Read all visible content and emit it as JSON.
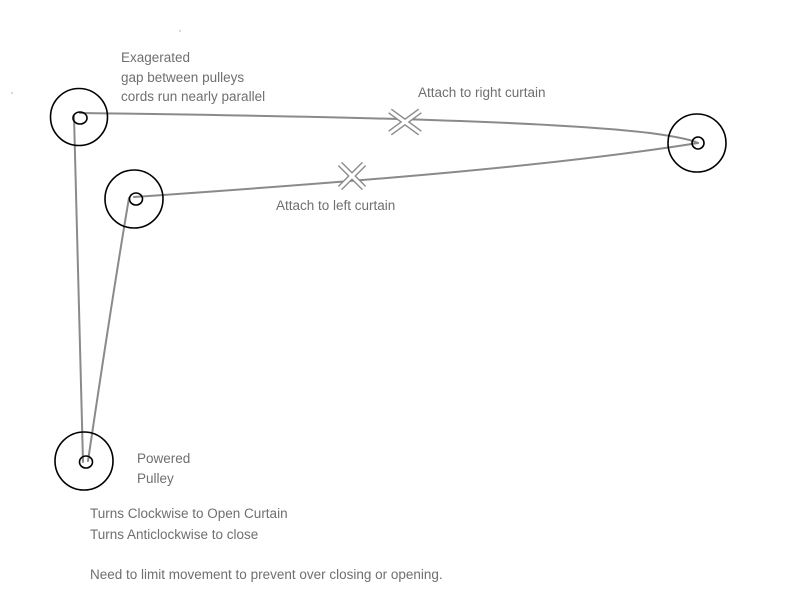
{
  "diagram": {
    "ink_color": "#000000",
    "cord_color": "#8a8a8a",
    "marker_color": "#8a8a8a",
    "text_color": "#6f6f6f",
    "background": "#ffffff"
  },
  "notes": {
    "exaggerated_gap": [
      "Exagerated",
      "gap between pulleys",
      "cords run nearly parallel"
    ],
    "attach_right": "Attach to right curtain",
    "attach_left": "Attach to left curtain",
    "powered_pulley": [
      "Powered",
      "Pulley"
    ],
    "turns": [
      "Turns Clockwise to Open Curtain",
      "Turns Anticlockwise to close"
    ],
    "limit": "Need to limit movement to prevent over closing or opening."
  }
}
